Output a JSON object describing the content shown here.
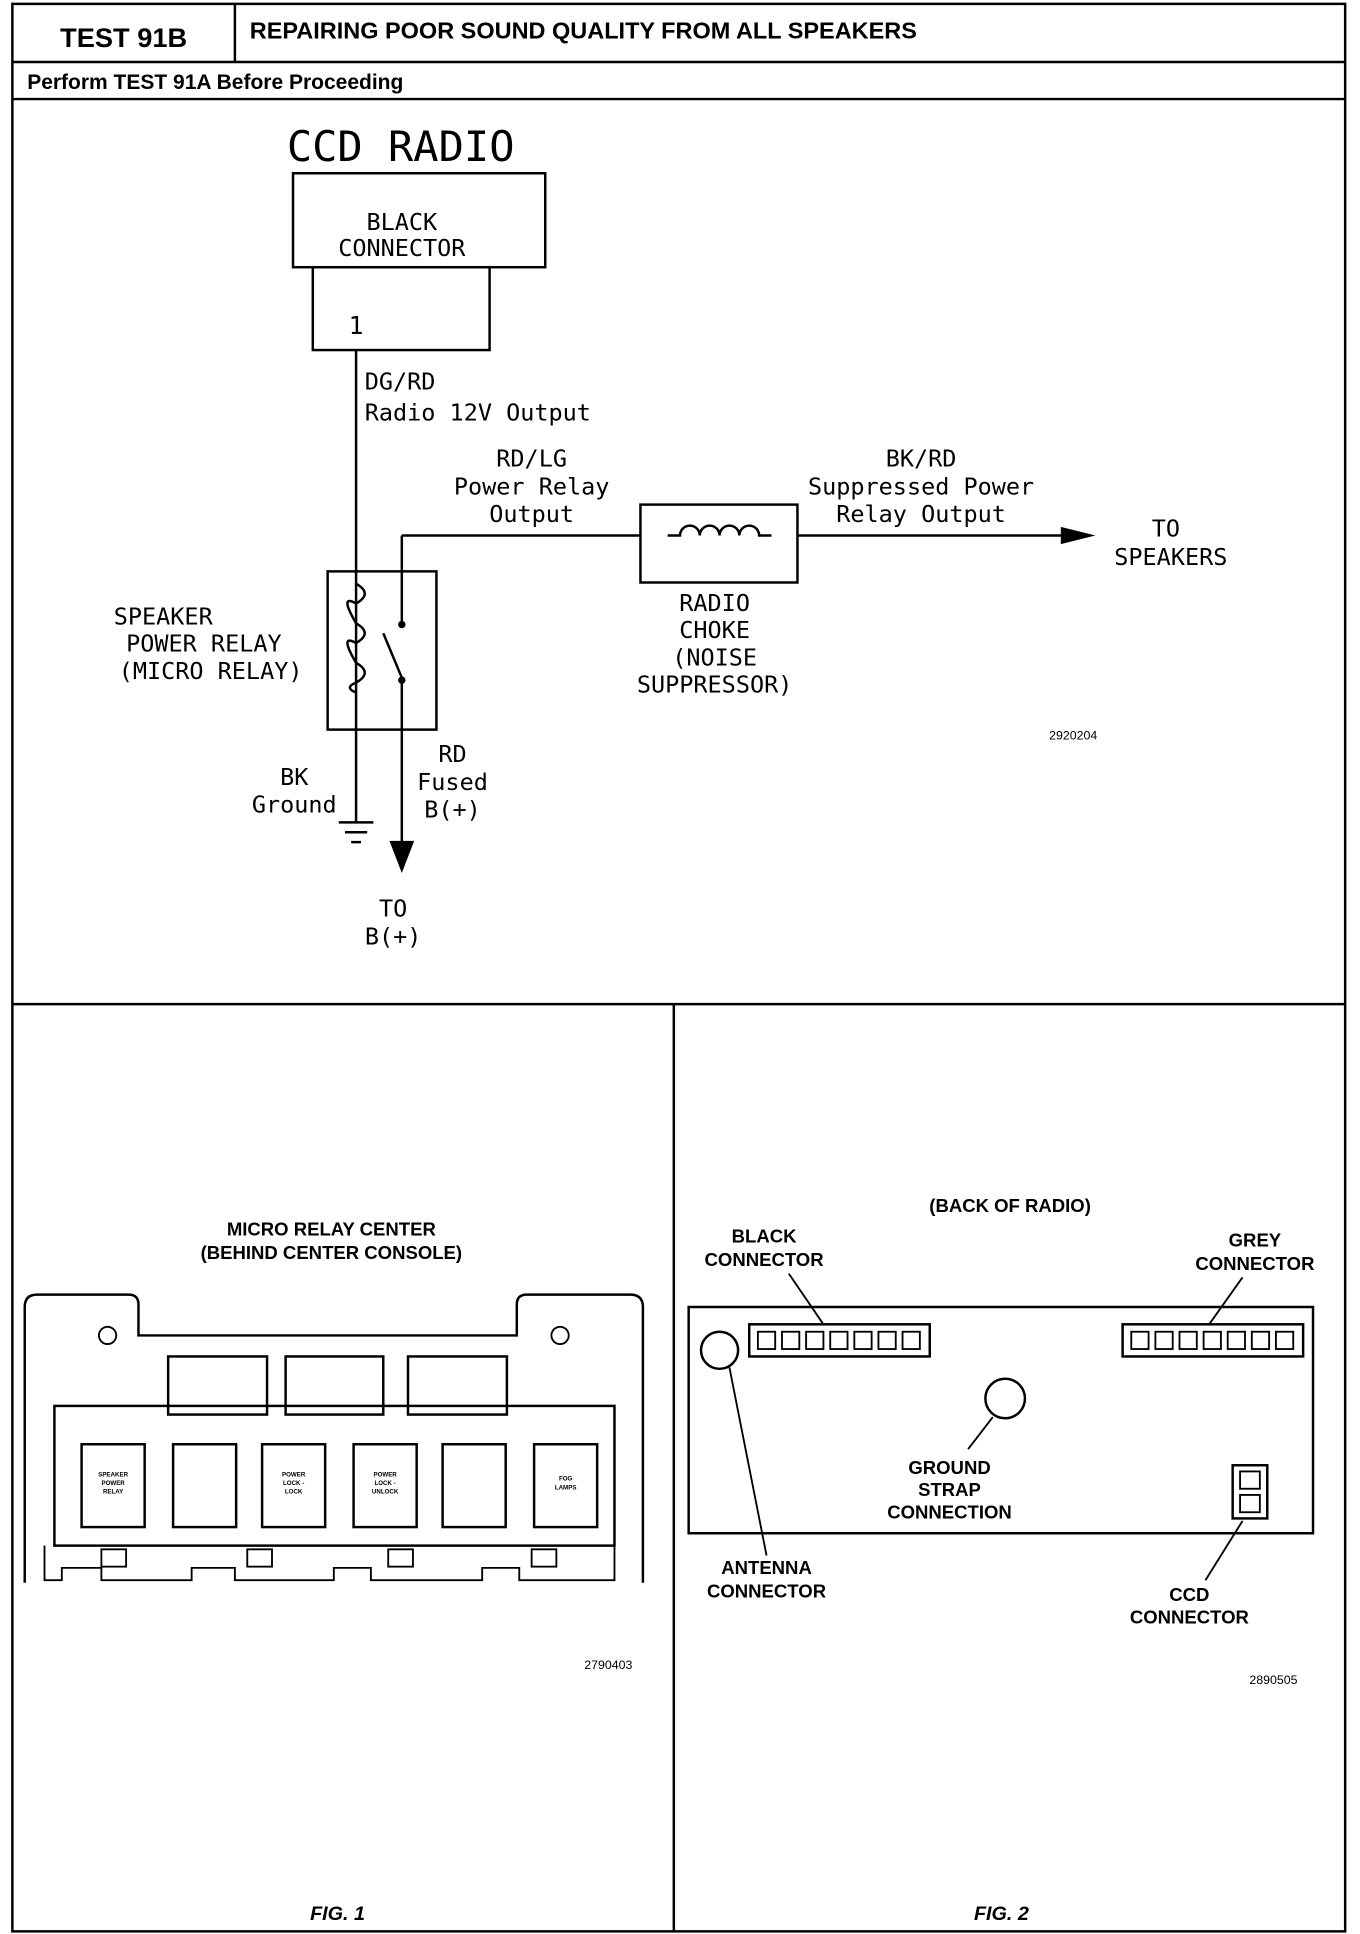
{
  "header": {
    "test_id": "TEST 91B",
    "title": "REPAIRING POOR SOUND QUALITY FROM ALL SPEAKERS",
    "prerequisite": "Perform TEST 91A Before Proceeding"
  },
  "schematic": {
    "radio_title": "CCD RADIO",
    "connector_line1": "BLACK",
    "connector_line2": "CONNECTOR",
    "pin": "1",
    "wire1_color": "DG/RD",
    "wire1_desc": "Radio 12V Output",
    "wire2_color": "RD/LG",
    "wire2_desc1": "Power Relay",
    "wire2_desc2": "Output",
    "wire3_color": "BK/RD",
    "wire3_desc1": "Suppressed Power",
    "wire3_desc2": "Relay Output",
    "to_speakers1": "TO",
    "to_speakers2": "SPEAKERS",
    "choke1": "RADIO",
    "choke2": "CHOKE",
    "choke3": "(NOISE",
    "choke4": "SUPPRESSOR)",
    "relay1": "SPEAKER",
    "relay2": "POWER RELAY",
    "relay3": "(MICRO RELAY)",
    "ground1": "BK",
    "ground2": "Ground",
    "fused1": "RD",
    "fused2": "Fused",
    "fused3": "B(+)",
    "to_b1": "TO",
    "to_b2": "B(+)",
    "figure_number": "2920204"
  },
  "fig1": {
    "title1": "MICRO RELAY CENTER",
    "title2": "(BEHIND CENTER CONSOLE)",
    "relays": [
      [
        "SPEAKER",
        "POWER",
        "RELAY"
      ],
      [],
      [
        "POWER",
        "LOCK -",
        "LOCK"
      ],
      [
        "POWER",
        "LOCK -",
        "UNLOCK"
      ],
      [],
      [
        "FOG",
        "LAMPS"
      ]
    ],
    "figure_number": "2790403",
    "caption": "FIG. 1"
  },
  "fig2": {
    "title": "(BACK OF RADIO)",
    "black1": "BLACK",
    "black2": "CONNECTOR",
    "grey1": "GREY",
    "grey2": "CONNECTOR",
    "ground1": "GROUND",
    "ground2": "STRAP",
    "ground3": "CONNECTION",
    "antenna1": "ANTENNA",
    "antenna2": "CONNECTOR",
    "ccd1": "CCD",
    "ccd2": "CONNECTOR",
    "figure_number": "2890505",
    "caption": "FIG. 2"
  }
}
